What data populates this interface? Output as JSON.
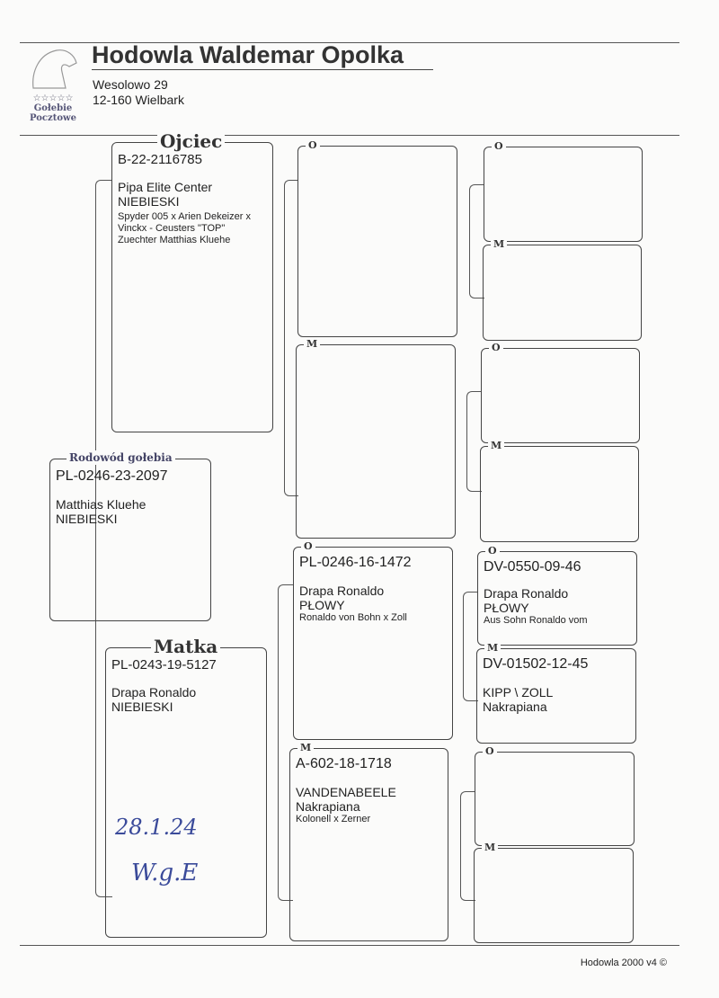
{
  "header": {
    "title": "Hodowla Waldemar Opolka",
    "address1": "Wesolowo 29",
    "address2": "12-160 Wielbark",
    "logo_stars": "☆☆☆☆☆",
    "logo_text1": "Gołebie",
    "logo_text2": "Pocztowe"
  },
  "pigeon": {
    "label": "Rodowód gołebia",
    "ring": "PL-0246-23-2097",
    "name": "Matthias Kluehe",
    "color": "NIEBIESKI"
  },
  "father": {
    "label": "Ojciec",
    "ring": "B-22-2116785",
    "name": "Pipa Elite Center",
    "color": "NIEBIESKI",
    "notes": [
      "Spyder 005 x Arien Dekeizer x",
      "Vinckx - Ceusters  \"TOP\"",
      "Zuechter Matthias Kluehe"
    ]
  },
  "mother": {
    "label": "Matka",
    "ring": "PL-0243-19-5127",
    "name": "Drapa Ronaldo",
    "color": "NIEBIESKI",
    "handwriting1": "28.1.24",
    "handwriting2": "W.g.E"
  },
  "ff": {
    "label": "O"
  },
  "fm": {
    "label": "M"
  },
  "mf": {
    "label": "O",
    "ring": "PL-0246-16-1472",
    "name": "Drapa Ronaldo",
    "color": "PŁOWY",
    "notes": "Ronaldo von Bohn x Zoll"
  },
  "mm": {
    "label": "M",
    "ring": "A-602-18-1718",
    "name": "VANDENABEELE",
    "color": "Nakrapiana",
    "notes": "Kolonell x Zerner"
  },
  "fff": {
    "label": "O"
  },
  "ffm": {
    "label": "M"
  },
  "fmf": {
    "label": "O"
  },
  "fmm": {
    "label": "M"
  },
  "mff": {
    "label": "O",
    "ring": "DV-0550-09-46",
    "name": "Drapa Ronaldo",
    "color": "PŁOWY",
    "notes": "Aus Sohn Ronaldo vom"
  },
  "mfm": {
    "label": "M",
    "ring": "DV-01502-12-45",
    "name": "KIPP \\ ZOLL",
    "color": "Nakrapiana"
  },
  "mmf": {
    "label": "O"
  },
  "mmm": {
    "label": "M"
  },
  "footer": {
    "text": "Hodowla 2000 v4 ©"
  }
}
